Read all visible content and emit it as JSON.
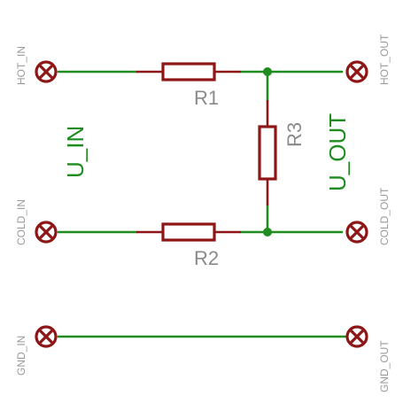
{
  "pins": {
    "hot_in": "HOT_IN",
    "cold_in": "COLD_IN",
    "gnd_in": "GND_IN",
    "hot_out": "HOT_OUT",
    "cold_out": "COLD_OUT",
    "gnd_out": "GND_OUT"
  },
  "resistors": {
    "r1": "R1",
    "r2": "R2",
    "r3": "R3"
  },
  "nets": {
    "input": "U_IN",
    "output": "U_OUT"
  },
  "colors": {
    "wire": "#1e8c1e",
    "component": "#8e1616",
    "label": "#8a8a8a"
  }
}
